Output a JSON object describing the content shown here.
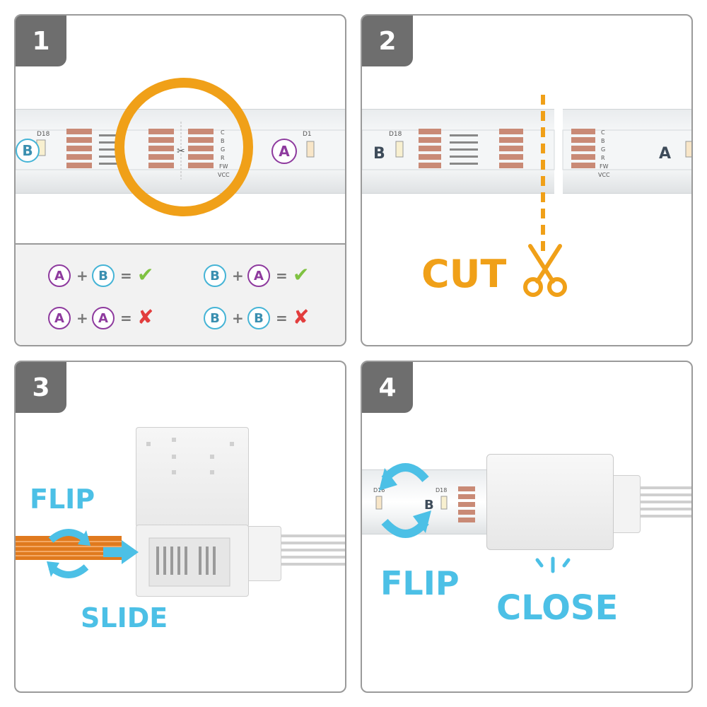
{
  "colors": {
    "orange": "#f0a018",
    "cyan": "#4cc0e6",
    "purple": "#8e3a9e",
    "green": "#7fc241",
    "red": "#e23d3d",
    "badge": "#6e6e6e"
  },
  "panels": [
    {
      "number": "1"
    },
    {
      "number": "2",
      "action_label": "CUT",
      "action_icon": "scissors-icon"
    },
    {
      "number": "3",
      "flip_label": "FLIP",
      "slide_label": "SLIDE"
    },
    {
      "number": "4",
      "flip_label": "FLIP",
      "close_label": "CLOSE"
    }
  ],
  "strip": {
    "segment_a_label": "A",
    "segment_b_label": "B",
    "led_label_1": "D18",
    "led_label_2": "D1",
    "pins": [
      "C",
      "B",
      "G",
      "R",
      "FW",
      "VCC"
    ]
  },
  "rules": [
    {
      "left": "A",
      "op": "+",
      "right": "B",
      "eq": "=",
      "result": "✔",
      "valid": true
    },
    {
      "left": "B",
      "op": "+",
      "right": "A",
      "eq": "=",
      "result": "✔",
      "valid": true
    },
    {
      "left": "A",
      "op": "+",
      "right": "A",
      "eq": "=",
      "result": "✘",
      "valid": false
    },
    {
      "left": "B",
      "op": "+",
      "right": "B",
      "eq": "=",
      "result": "✘",
      "valid": false
    }
  ],
  "panel4_strip_labels": {
    "led_left": "D16",
    "led_right": "D18",
    "segment": "B"
  }
}
